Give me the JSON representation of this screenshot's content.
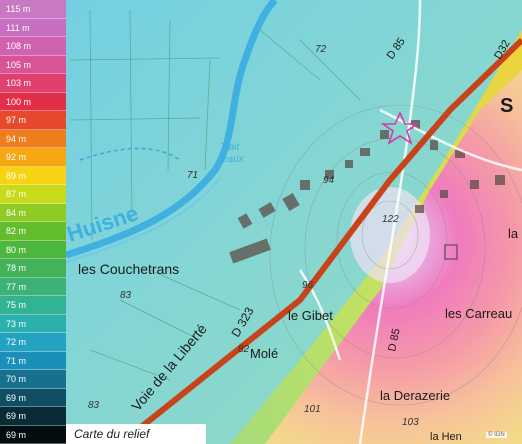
{
  "legend": {
    "levels": [
      {
        "label": "115 m",
        "color": "#c979c3"
      },
      {
        "label": "111 m",
        "color": "#c66fc0"
      },
      {
        "label": "108 m",
        "color": "#d062b0"
      },
      {
        "label": "105 m",
        "color": "#d85494"
      },
      {
        "label": "103 m",
        "color": "#e0406e"
      },
      {
        "label": "100 m",
        "color": "#e32e4a"
      },
      {
        "label": "97 m",
        "color": "#e54a2c"
      },
      {
        "label": "94 m",
        "color": "#ee7d1d"
      },
      {
        "label": "92 m",
        "color": "#f6a714"
      },
      {
        "label": "89 m",
        "color": "#f6d412"
      },
      {
        "label": "87 m",
        "color": "#c9da1a"
      },
      {
        "label": "84 m",
        "color": "#8ecb24"
      },
      {
        "label": "82 m",
        "color": "#64bd2c"
      },
      {
        "label": "80 m",
        "color": "#4cb63f"
      },
      {
        "label": "78 m",
        "color": "#43b25a"
      },
      {
        "label": "77 m",
        "color": "#3cb277"
      },
      {
        "label": "75 m",
        "color": "#33b294"
      },
      {
        "label": "73 m",
        "color": "#2bb0ad"
      },
      {
        "label": "72 m",
        "color": "#23a3c1"
      },
      {
        "label": "71 m",
        "color": "#1c8fb8"
      },
      {
        "label": "70 m",
        "color": "#18708f"
      },
      {
        "label": "69 m",
        "color": "#104f63"
      },
      {
        "label": "69 m",
        "color": "#082b35"
      },
      {
        "label": "69 m",
        "color": "#030d10"
      }
    ]
  },
  "map": {
    "labels": {
      "river_huisne": "Huisne",
      "trait_eaux_1": "Trait",
      "trait_eaux_2": "eaux",
      "les_couchetrans": "les Couchetrans",
      "voie_liberte": "Voie de la Liberté",
      "d323": "D 323",
      "d85_north": "D 85",
      "d85_south": "D 85",
      "d3": "D32",
      "le_gibet": "le Gibet",
      "mole": "Molé",
      "les_carreaux": "les Carreau",
      "la_derazerie": "la Derazerie",
      "la_right": "la",
      "town_initial": "S",
      "la_bottom": "la Hen"
    },
    "elevations": {
      "e72": "72",
      "e71": "71",
      "e83_left": "83",
      "e83_bottom": "83",
      "e96": "96",
      "e82": "82",
      "e94": "94",
      "e122": "122",
      "e101": "101",
      "e103": "103"
    },
    "colors": {
      "river": "#3fb0df",
      "road": "#c8421a",
      "text": "#1a1a1a"
    }
  },
  "caption": "Carte du relief",
  "copyright": "© IGN"
}
